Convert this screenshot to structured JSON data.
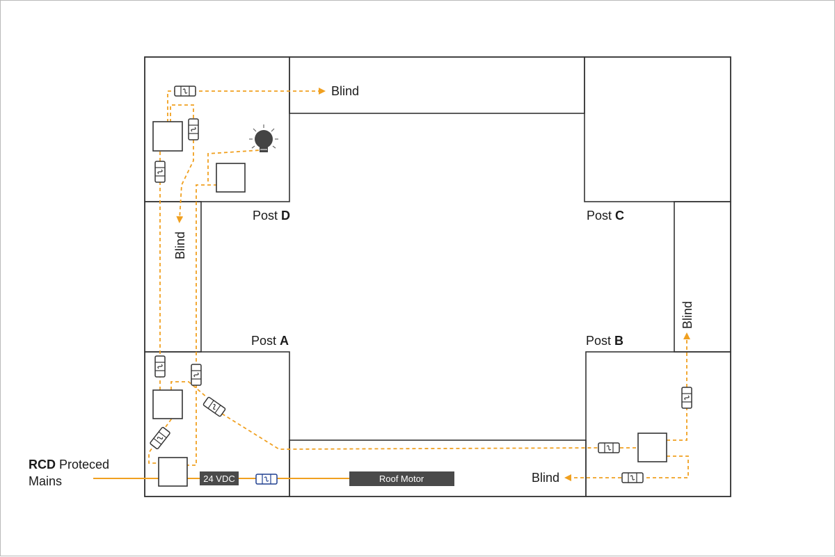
{
  "colors": {
    "wire": "#f0a020",
    "structure": "#333333",
    "fuse_blue": "#1f3f8f",
    "dark_box": "#4a4a4a"
  },
  "posts": {
    "a": {
      "prefix": "Post ",
      "letter": "A"
    },
    "b": {
      "prefix": "Post ",
      "letter": "B"
    },
    "c": {
      "prefix": "Post ",
      "letter": "C"
    },
    "d": {
      "prefix": "Post ",
      "letter": "D"
    }
  },
  "blind_labels": {
    "top": "Blind",
    "left": "Blind",
    "right": "Blind",
    "bottom": "Blind"
  },
  "mains": {
    "bold": "RCD",
    "rest": " Proteced",
    "line2": "Mains"
  },
  "psu_label": "24 VDC",
  "motor_label": "Roof Motor",
  "icons": [
    "fuse-icon",
    "light-bulb-icon",
    "arrow-icon"
  ]
}
